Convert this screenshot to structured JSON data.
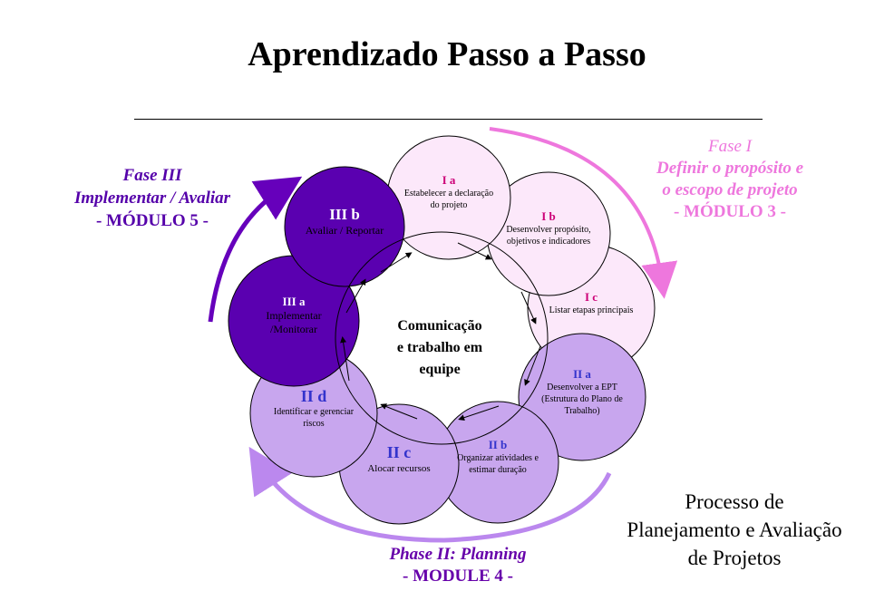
{
  "title": "Aprendizado Passo a Passo",
  "center_label": [
    "Comunicação",
    "e trabalho em",
    "equipe"
  ],
  "phase1": {
    "name": "Fase I",
    "line1": "Definir o propósito e",
    "line2": "o escopo de projeto",
    "module": "- MÓDULO 3 -",
    "color": "#ee77dd"
  },
  "phase2": {
    "name": "Phase II:",
    "name2": "Planning",
    "module": "- MODULE 4 -",
    "color": "#6600aa"
  },
  "phase3": {
    "name": "Fase III",
    "line1": "Implementar / Avaliar",
    "module": "- MÓDULO 5 -",
    "color": "#5500aa"
  },
  "process_label": [
    "Processo de",
    "Planejamento e Avaliação",
    "de Projetos"
  ],
  "steps": [
    {
      "code": "I a",
      "desc": "Estabelecer a declaração do projeto"
    },
    {
      "code": "I b",
      "desc": "Desenvolver propósito, objetivos e indicadores"
    },
    {
      "code": "I c",
      "desc": "Listar etapas principais"
    },
    {
      "code": "II a",
      "desc": "Desenvolver a EPT (Estrutura do Plano de Trabalho)"
    },
    {
      "code": "II b",
      "desc": "Organizar atividades e estimar duração"
    },
    {
      "code": "II c",
      "desc": "Alocar recursos"
    },
    {
      "code": "II d",
      "desc": "Identificar e gerenciar riscos"
    },
    {
      "code": "III a",
      "desc": "Implementar /Monitorar"
    },
    {
      "code": "III b",
      "desc": "Avaliar / Reportar"
    }
  ],
  "colors": {
    "phase1_fill": "#fce8fa",
    "phase2_fill": "#c8a6ee",
    "phase3_fill": "#5a00b0",
    "ring": "#000000"
  }
}
